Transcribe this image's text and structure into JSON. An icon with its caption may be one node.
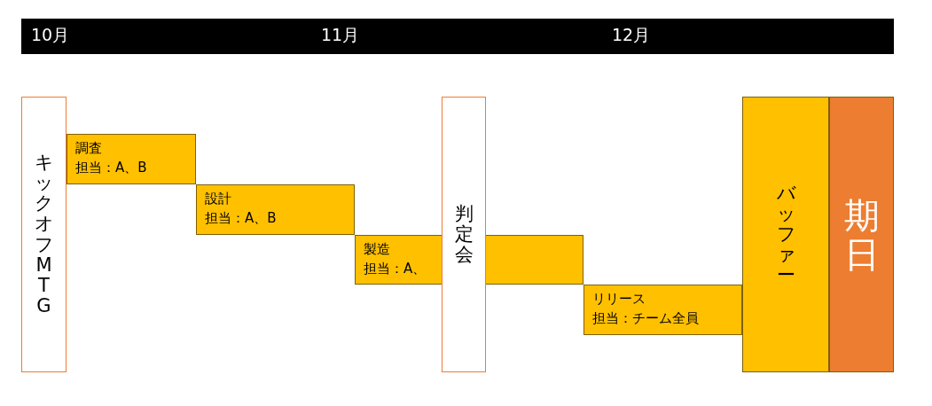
{
  "diagram": {
    "nodes": [
      {
        "text": [
          "キックオフMTG"
        ]
      },
      {
        "text": [
          "調査",
          "担当：A、B"
        ]
      },
      {
        "text": [
          "設計",
          "担当：A、B"
        ]
      },
      {
        "text": [
          "製造",
          "担当：A、"
        ]
      },
      {
        "text": [
          "判定会"
        ]
      },
      {
        "text": [],
        "shape": "bar"
      },
      {
        "text": [
          "リリース",
          "担当：チーム全員"
        ]
      },
      {
        "text": [
          "バッファー"
        ]
      },
      {
        "text": [
          "期日"
        ]
      }
    ],
    "labels": [
      "10月",
      "11月",
      "12月"
    ]
  }
}
